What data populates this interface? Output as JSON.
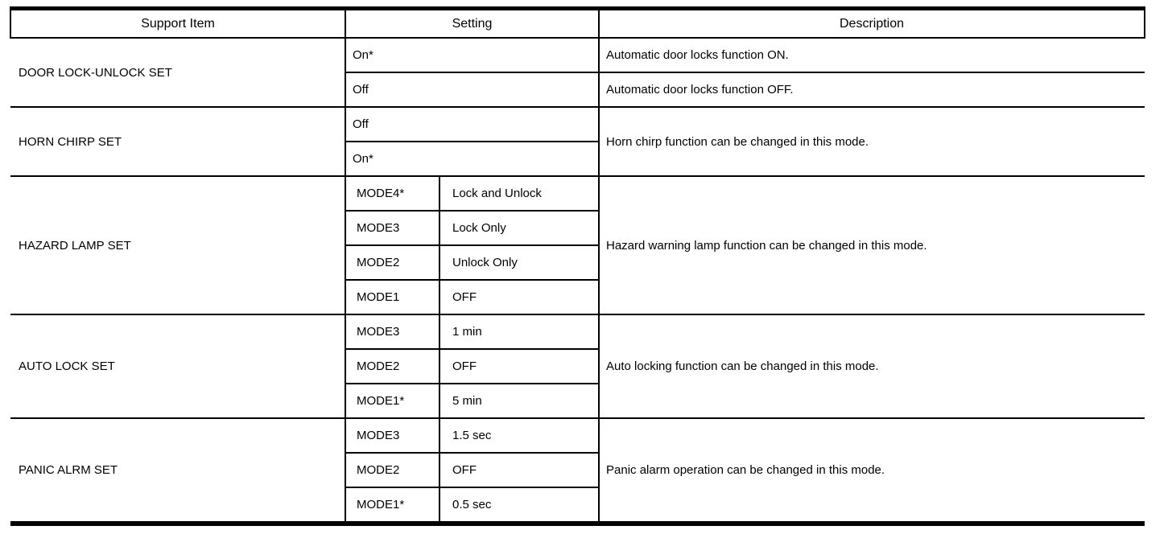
{
  "table": {
    "header": {
      "support_item": "Support Item",
      "setting": "Setting",
      "description": "Description"
    },
    "sections": [
      {
        "item": "DOOR LOCK-UNLOCK SET",
        "rows": [
          {
            "setting": "On*",
            "description": "Automatic door locks function ON."
          },
          {
            "setting": "Off",
            "description": "Automatic door locks function OFF."
          }
        ]
      },
      {
        "item": "HORN CHIRP SET",
        "rows": [
          {
            "setting": "Off"
          },
          {
            "setting": "On*"
          }
        ],
        "shared_description": "Horn chirp function can be changed in this mode."
      },
      {
        "item": "HAZARD LAMP SET",
        "rows": [
          {
            "mode": "MODE4*",
            "value": "Lock and Unlock"
          },
          {
            "mode": "MODE3",
            "value": "Lock Only"
          },
          {
            "mode": "MODE2",
            "value": "Unlock Only"
          },
          {
            "mode": "MODE1",
            "value": "OFF"
          }
        ],
        "shared_description": "Hazard warning lamp function can be changed in this mode."
      },
      {
        "item": "AUTO LOCK SET",
        "rows": [
          {
            "mode": "MODE3",
            "value": "1 min"
          },
          {
            "mode": "MODE2",
            "value": "OFF"
          },
          {
            "mode": "MODE1*",
            "value": "5 min"
          }
        ],
        "shared_description": "Auto locking function can be changed in this mode."
      },
      {
        "item": "PANIC ALRM SET",
        "rows": [
          {
            "mode": "MODE3",
            "value": "1.5 sec"
          },
          {
            "mode": "MODE2",
            "value": "OFF"
          },
          {
            "mode": "MODE1*",
            "value": "0.5 sec"
          }
        ],
        "shared_description": "Panic alarm operation can be changed in this mode."
      }
    ]
  }
}
